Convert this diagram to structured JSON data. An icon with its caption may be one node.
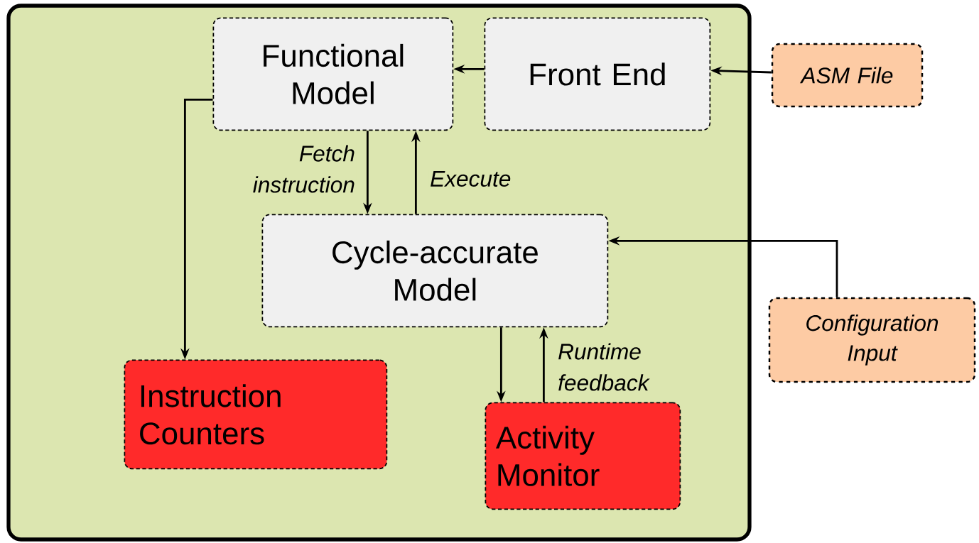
{
  "diagram": {
    "nodes": [
      {
        "text": [],
        "shape": "box"
      },
      {
        "text": [
          "Functional Model"
        ],
        "in": 0
      },
      {
        "text": [
          "Front End"
        ],
        "in": 0
      },
      {
        "text": [
          "ASM File"
        ]
      },
      {
        "text": [
          "Cycle-accurate Model"
        ],
        "in": 0
      },
      {
        "text": [
          "Configuration Input"
        ]
      },
      {
        "text": [
          "Instruction Counters"
        ],
        "in": 0
      },
      {
        "text": [
          "Activity Monitor"
        ],
        "in": 0
      }
    ],
    "edges": [
      {
        "from": 2,
        "to": 1,
        "arrow": "to"
      },
      {
        "from": 3,
        "to": 2,
        "arrow": "to"
      },
      {
        "from": 1,
        "to": 4,
        "arrow": "to",
        "label": "Fetch instruction"
      },
      {
        "from": 4,
        "to": 1,
        "arrow": "to",
        "label": "Execute"
      },
      {
        "from": 5,
        "to": 4,
        "arrow": "to"
      },
      {
        "from": 1,
        "to": 6,
        "arrow": "to"
      },
      {
        "from": 4,
        "to": 7,
        "arrow": "to"
      },
      {
        "from": 7,
        "to": 4,
        "arrow": "to",
        "label": "Runtime feedback"
      }
    ]
  }
}
